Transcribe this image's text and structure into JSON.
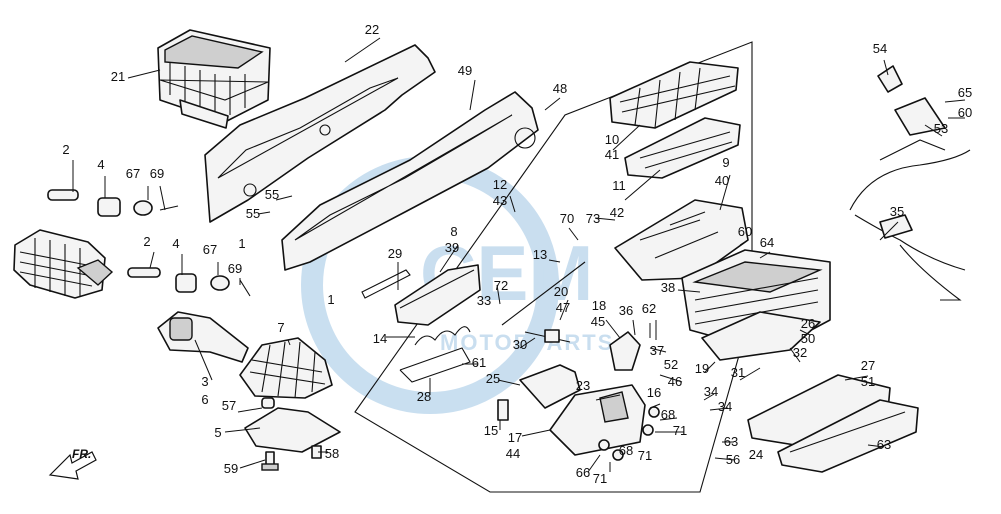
{
  "watermark": {
    "brand": "CEM",
    "sub": "MOTORPARTS",
    "color": "#9dc4e3"
  },
  "direction_label": "FR.",
  "callouts": [
    "1",
    "2",
    "3",
    "4",
    "5",
    "6",
    "7",
    "8",
    "9",
    "10",
    "11",
    "12",
    "13",
    "14",
    "15",
    "16",
    "17",
    "18",
    "19",
    "20",
    "21",
    "22",
    "23",
    "24",
    "25",
    "26",
    "27",
    "28",
    "29",
    "30",
    "31",
    "32",
    "33",
    "34",
    "35",
    "36",
    "37",
    "38",
    "39",
    "40",
    "41",
    "42",
    "43",
    "44",
    "45",
    "46",
    "47",
    "48",
    "49",
    "50",
    "51",
    "52",
    "53",
    "54",
    "55",
    "56",
    "57",
    "58",
    "59",
    "60",
    "61",
    "62",
    "63",
    "64",
    "65",
    "66",
    "67",
    "68",
    "69",
    "70",
    "71",
    "72",
    "73"
  ]
}
